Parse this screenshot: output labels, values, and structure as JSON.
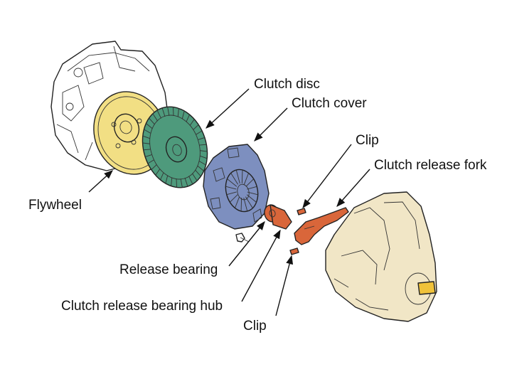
{
  "labels": {
    "clutch_disc": "Clutch disc",
    "clutch_cover": "Clutch cover",
    "clip_top": "Clip",
    "clutch_release_fork": "Clutch release fork",
    "flywheel": "Flywheel",
    "release_bearing": "Release bearing",
    "clutch_release_bearing_hub": "Clutch release bearing hub",
    "clip_bottom": "Clip"
  },
  "colors": {
    "flywheel": "#f2df84",
    "clutch_disc": "#4e9a7c",
    "clutch_cover": "#7d8fbf",
    "release_parts": "#d9663a",
    "bellhousing": "#f1e6c6",
    "engine_block": "#ffffff",
    "shaft": "#f0c23a"
  }
}
